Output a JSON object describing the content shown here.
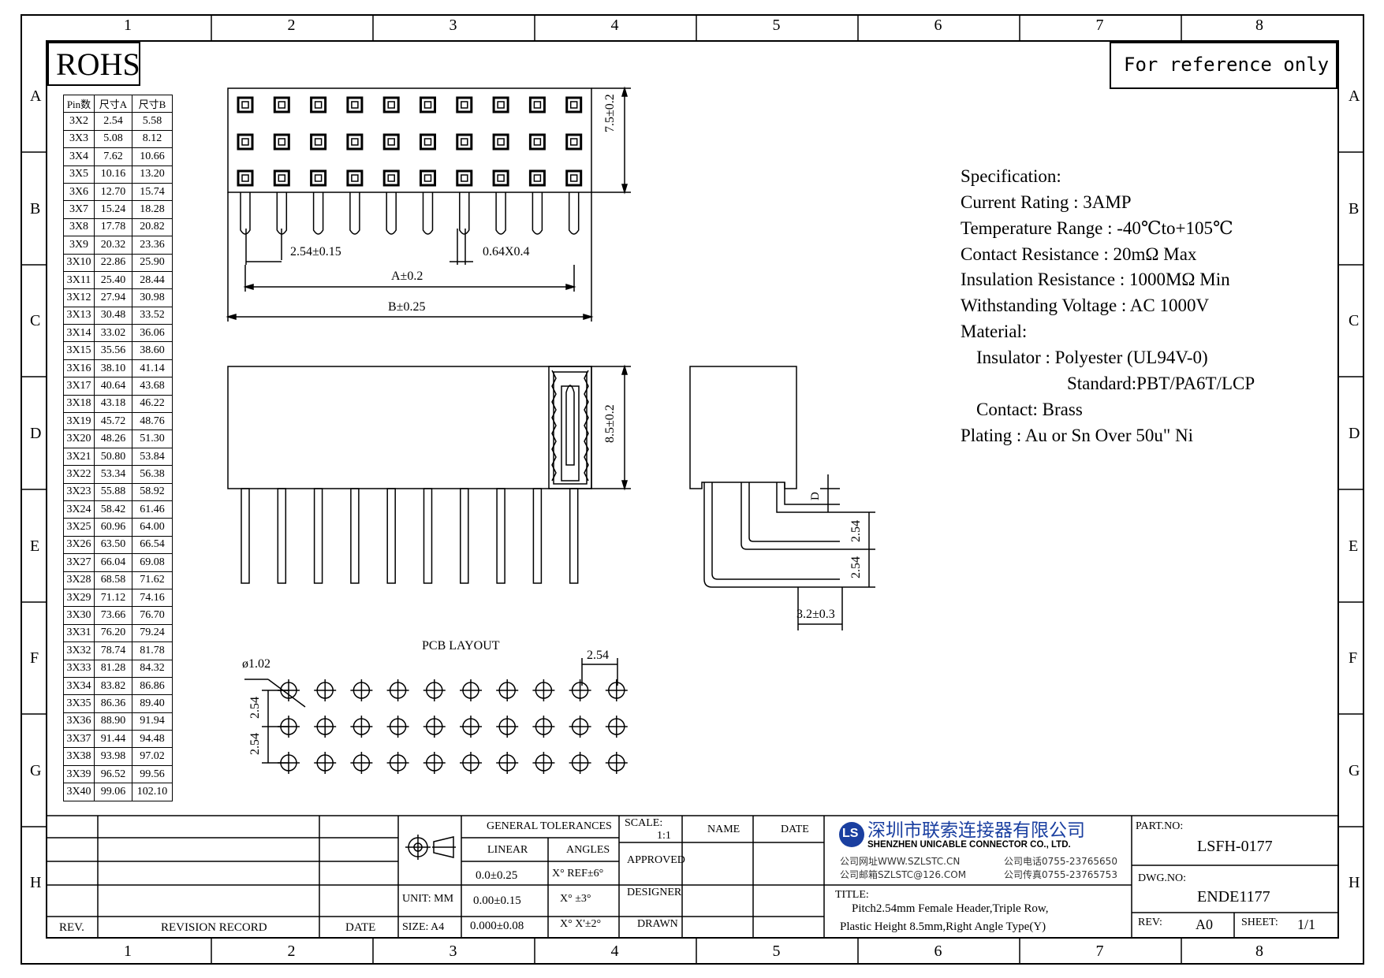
{
  "frame": {
    "col_labels": [
      "1",
      "2",
      "3",
      "4",
      "5",
      "6",
      "7",
      "8"
    ],
    "row_labels": [
      "A",
      "B",
      "C",
      "D",
      "E",
      "F",
      "G",
      "H"
    ]
  },
  "rohs_label": "ROHS",
  "reference_note": "For reference only",
  "pin_table": {
    "headers": [
      "Pin数",
      "尺寸A",
      "尺寸B"
    ],
    "rows": [
      [
        "3X2",
        "2.54",
        "5.58"
      ],
      [
        "3X3",
        "5.08",
        "8.12"
      ],
      [
        "3X4",
        "7.62",
        "10.66"
      ],
      [
        "3X5",
        "10.16",
        "13.20"
      ],
      [
        "3X6",
        "12.70",
        "15.74"
      ],
      [
        "3X7",
        "15.24",
        "18.28"
      ],
      [
        "3X8",
        "17.78",
        "20.82"
      ],
      [
        "3X9",
        "20.32",
        "23.36"
      ],
      [
        "3X10",
        "22.86",
        "25.90"
      ],
      [
        "3X11",
        "25.40",
        "28.44"
      ],
      [
        "3X12",
        "27.94",
        "30.98"
      ],
      [
        "3X13",
        "30.48",
        "33.52"
      ],
      [
        "3X14",
        "33.02",
        "36.06"
      ],
      [
        "3X15",
        "35.56",
        "38.60"
      ],
      [
        "3X16",
        "38.10",
        "41.14"
      ],
      [
        "3X17",
        "40.64",
        "43.68"
      ],
      [
        "3X18",
        "43.18",
        "46.22"
      ],
      [
        "3X19",
        "45.72",
        "48.76"
      ],
      [
        "3X20",
        "48.26",
        "51.30"
      ],
      [
        "3X21",
        "50.80",
        "53.84"
      ],
      [
        "3X22",
        "53.34",
        "56.38"
      ],
      [
        "3X23",
        "55.88",
        "58.92"
      ],
      [
        "3X24",
        "58.42",
        "61.46"
      ],
      [
        "3X25",
        "60.96",
        "64.00"
      ],
      [
        "3X26",
        "63.50",
        "66.54"
      ],
      [
        "3X27",
        "66.04",
        "69.08"
      ],
      [
        "3X28",
        "68.58",
        "71.62"
      ],
      [
        "3X29",
        "71.12",
        "74.16"
      ],
      [
        "3X30",
        "73.66",
        "76.70"
      ],
      [
        "3X31",
        "76.20",
        "79.24"
      ],
      [
        "3X32",
        "78.74",
        "81.78"
      ],
      [
        "3X33",
        "81.28",
        "84.32"
      ],
      [
        "3X34",
        "83.82",
        "86.86"
      ],
      [
        "3X35",
        "86.36",
        "89.40"
      ],
      [
        "3X36",
        "88.90",
        "91.94"
      ],
      [
        "3X37",
        "91.44",
        "94.48"
      ],
      [
        "3X38",
        "93.98",
        "97.02"
      ],
      [
        "3X39",
        "96.52",
        "99.56"
      ],
      [
        "3X40",
        "99.06",
        "102.10"
      ]
    ]
  },
  "dimensions": {
    "top_height": "7.5±0.2",
    "pitch": "2.54±0.15",
    "pin_size": "0.64X0.4",
    "dim_a": "A±0.2",
    "dim_b": "B±0.25",
    "front_height": "8.5±0.2",
    "side_d": "D",
    "side_pitch_1": "2.54",
    "side_pitch_2": "2.54",
    "side_offset": "3.2±0.3"
  },
  "pcb_layout": {
    "title": "PCB LAYOUT",
    "hole_dia": "ø1.02",
    "pitch_x": "2.54",
    "pitch_y1": "2.54",
    "pitch_y2": "2.54"
  },
  "specification": {
    "title": "Specification:",
    "lines": [
      "Current Rating : 3AMP",
      "Temperature Range : -40℃to+105℃",
      "Contact Resistance : 20mΩ Max",
      "Insulation Resistance : 1000MΩ Min",
      "Withstanding Voltage : AC 1000V",
      "Material:",
      "Insulator : Polyester (UL94V-0)",
      "Standard:PBT/PA6T/LCP",
      "Contact: Brass",
      "Plating : Au or Sn Over 50u\" Ni"
    ]
  },
  "title_block": {
    "rev_label": "REV.",
    "revision_record_label": "REVISION RECORD",
    "date_label": "DATE",
    "unit_label": "UNIT: MM",
    "size_label": "SIZE: A4",
    "general_tolerances": "GENERAL TOLERANCES",
    "linear": "LINEAR",
    "angles": "ANGLES",
    "tol_linear": [
      "0.0±0.25",
      "0.00±0.15",
      "0.000±0.08"
    ],
    "tol_angles": [
      "X° REF±6°",
      "X° ±3°",
      "X° X'±2°"
    ],
    "scale_label": "SCALE:",
    "scale_value": "1:1",
    "name_label": "NAME",
    "date_col_label": "DATE",
    "approved": "APPROVED",
    "designer": "DESIGNER",
    "drawn": "DRAWN",
    "company_cn": "深圳市联索连接器有限公司",
    "company_en": "SHENZHEN UNICABLE CONNECTOR CO., LTD.",
    "website": "公司网址WWW.SZLSTC.CN",
    "email": "公司邮箱SZLSTC@126.COM",
    "phone": "公司电话0755-23765650",
    "fax": "公司传真0755-23765753",
    "title_label": "TITLE:",
    "title_line1": "Pitch2.54mm Female Header,Triple Row,",
    "title_line2": "Plastic Height 8.5mm,Right Angle Type(Y)",
    "part_no_label": "PART.NO:",
    "part_no": "LSFH-0177",
    "dwg_no_label": "DWG.NO:",
    "dwg_no": "ENDE1177",
    "rev_block_label": "REV:",
    "rev_value": "A0",
    "sheet_label": "SHEET:",
    "sheet_value": "1/1",
    "logo_text": "LS"
  },
  "colors": {
    "line": "#000000",
    "logo_blue": "#1a3fa0"
  }
}
